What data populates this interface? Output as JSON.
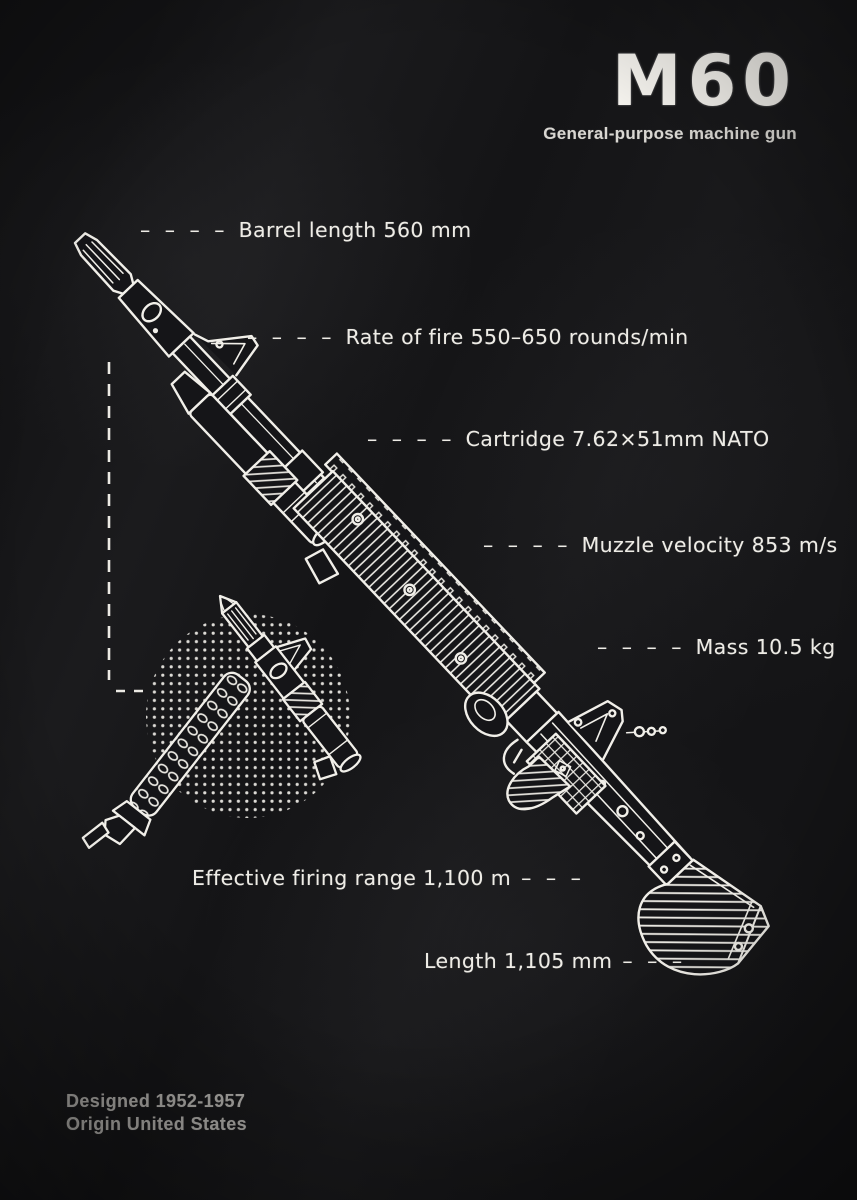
{
  "poster": {
    "title": "M60",
    "subtitle": "General-purpose machine gun",
    "specs": [
      {
        "dashes_before": "– – – –",
        "label": "Barrel length 560 mm",
        "dashes_after": ""
      },
      {
        "dashes_before": "– – – –",
        "label": "Rate of fire 550–650 rounds/min",
        "dashes_after": ""
      },
      {
        "dashes_before": "– – – –",
        "label": "Cartridge 7.62×51mm NATO",
        "dashes_after": ""
      },
      {
        "dashes_before": "– – – –",
        "label": "Muzzle velocity 853 m/s",
        "dashes_after": ""
      },
      {
        "dashes_before": "– – – –",
        "label": "Mass 10.5 kg",
        "dashes_after": ""
      },
      {
        "dashes_before": "",
        "label": "Effective firing range 1,100 m",
        "dashes_after": "– – –"
      },
      {
        "dashes_before": "",
        "label": "Length 1,105 mm",
        "dashes_after": "– – –"
      }
    ],
    "footer": {
      "designed": "Designed 1952-1957",
      "origin": "Origin United States"
    },
    "colors": {
      "background": "#141416",
      "chalk": "#f1efe9",
      "chalk_dim": "#aeaca8"
    }
  }
}
